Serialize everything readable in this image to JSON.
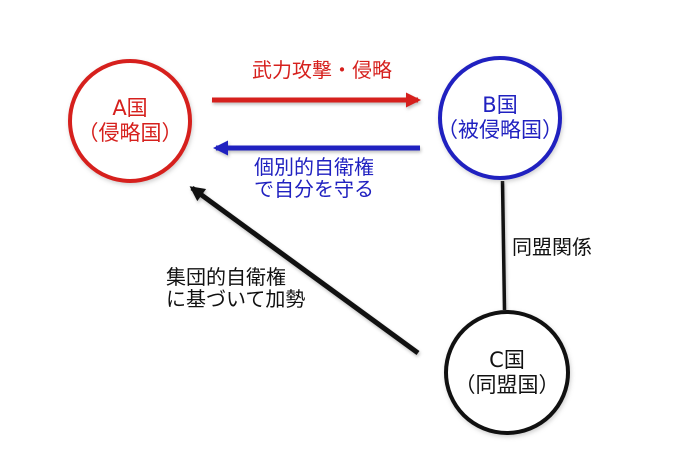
{
  "colors": {
    "red": "#d6201d",
    "blue": "#2021c0",
    "black": "#111111"
  },
  "nodes": {
    "a": {
      "title": "A国",
      "subtitle": "（侵略国）"
    },
    "b": {
      "title": "B国",
      "subtitle": "（被侵略国）"
    },
    "c": {
      "title": "C国",
      "subtitle": "（同盟国）"
    }
  },
  "edges": {
    "attack": {
      "label": "武力攻撃・侵略"
    },
    "individual_self_defense": {
      "line1": "個別的自衛権",
      "line2": "で自分を守る"
    },
    "alliance": {
      "label": "同盟関係"
    },
    "collective_self_defense": {
      "line1": "集団的自衛権",
      "line2": "に基づいて加勢"
    }
  }
}
